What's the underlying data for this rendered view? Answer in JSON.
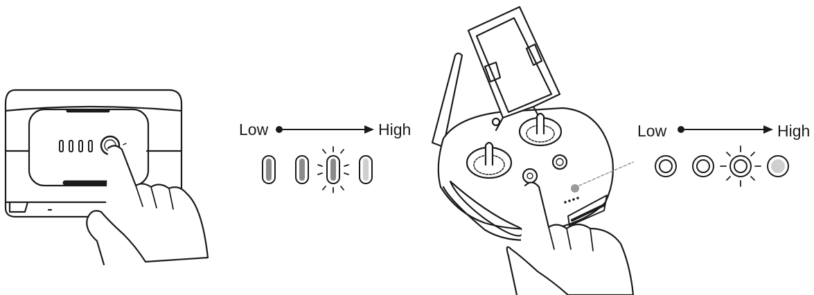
{
  "battery_panel": {
    "scale_low_label": "Low",
    "scale_high_label": "High",
    "led_states": [
      "on",
      "on",
      "blinking",
      "off"
    ]
  },
  "remote_controller": {
    "scale_low_label": "Low",
    "scale_high_label": "High",
    "led_states": [
      "on",
      "on",
      "blinking",
      "off"
    ]
  },
  "colors": {
    "line": "#1a1a1a",
    "led_fill": "#8a8a8a",
    "led_off_fill": "#cfcfcf",
    "callout_line": "#9a9a9a"
  }
}
